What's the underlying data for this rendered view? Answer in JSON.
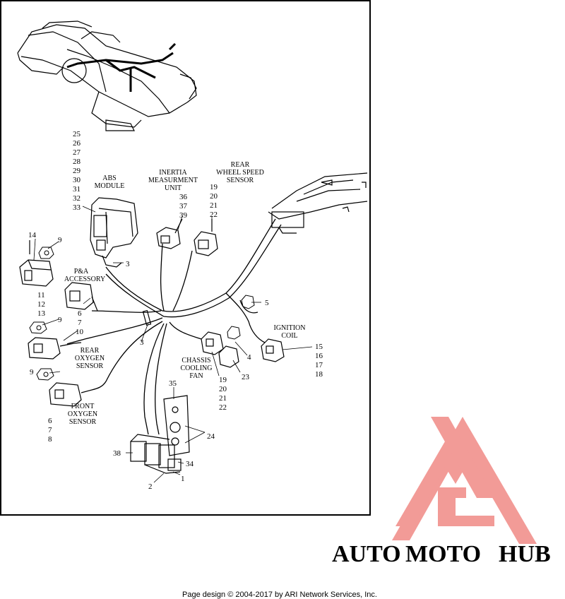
{
  "callouts": {
    "abs_group": [
      "25",
      "26",
      "27",
      "28",
      "29",
      "30",
      "31",
      "32",
      "33"
    ],
    "imu_group": [
      "36",
      "37",
      "39"
    ],
    "wss_group": [
      "19",
      "20",
      "21",
      "22"
    ],
    "fan_group": [
      "19",
      "20",
      "21",
      "22"
    ],
    "coil_group": [
      "15",
      "16",
      "17",
      "18"
    ],
    "pa_group": [
      "6",
      "7",
      "10"
    ],
    "conn_group": [
      "11",
      "12",
      "13"
    ],
    "front_o2_group": [
      "6",
      "7",
      "8"
    ],
    "n14": "14",
    "n9a": "9",
    "n9b": "9",
    "n9c": "9",
    "n3a": "3",
    "n3b": "3",
    "n5": "5",
    "n4": "4",
    "n23": "23",
    "n35": "35",
    "n24": "24",
    "n38": "38",
    "n34": "34",
    "n2": "2",
    "n1": "1"
  },
  "labels": {
    "abs": [
      "ABS",
      "MODULE"
    ],
    "imu": [
      "INERTIA",
      "MEASURMENT",
      "UNIT"
    ],
    "wss": [
      "REAR",
      "WHEEL SPEED",
      "SENSOR"
    ],
    "pa": [
      "P&A",
      "ACCESSORY"
    ],
    "rear_o2": [
      "REAR",
      "OXYGEN",
      "SENSOR"
    ],
    "front_o2": [
      "FRONT",
      "OXYGEN",
      "SENSOR"
    ],
    "fan": [
      "CHASSIS",
      "COOLING",
      "FAN"
    ],
    "coil": [
      "IGNITION",
      "COIL"
    ]
  },
  "watermark": {
    "word_part1": "AUTO",
    "word_part2": "MOTO",
    "word_part3": "HUB",
    "color1": "#f7c13a",
    "color2": "#ee8a80",
    "color3": "#7a7a7a",
    "logo_color": "#f08a86"
  },
  "footer": "Page design © 2004-2017 by ARI Network Services, Inc."
}
